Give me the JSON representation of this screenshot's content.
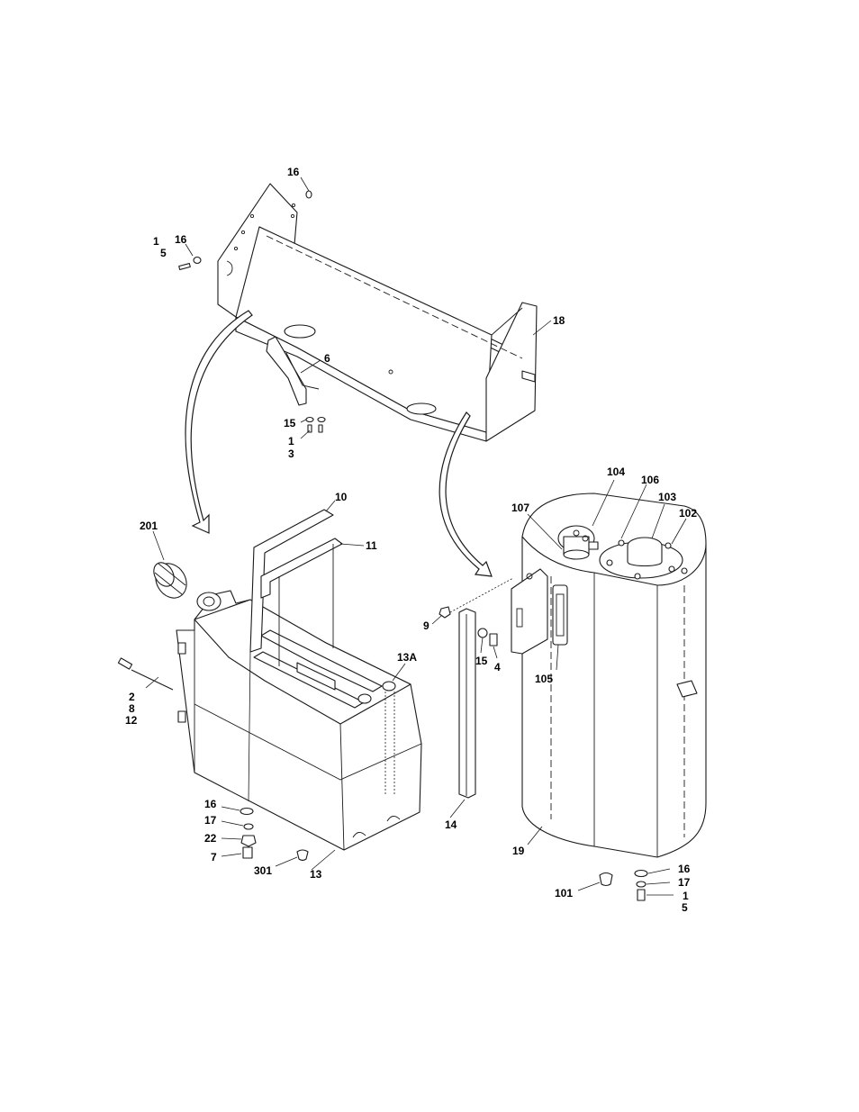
{
  "callouts": [
    {
      "id": "c16a",
      "lines": [
        "16"
      ]
    },
    {
      "id": "c1-5-top",
      "lines": [
        "1",
        "5"
      ]
    },
    {
      "id": "c16b",
      "lines": [
        "16"
      ]
    },
    {
      "id": "c18",
      "lines": [
        "18"
      ]
    },
    {
      "id": "c6",
      "lines": [
        "6"
      ]
    },
    {
      "id": "c15a",
      "lines": [
        "15"
      ]
    },
    {
      "id": "c1-3",
      "lines": [
        "1",
        "3"
      ]
    },
    {
      "id": "c10",
      "lines": [
        "10"
      ]
    },
    {
      "id": "c11",
      "lines": [
        "11"
      ]
    },
    {
      "id": "c201",
      "lines": [
        "201"
      ]
    },
    {
      "id": "c13a",
      "lines": [
        "13A"
      ]
    },
    {
      "id": "c2-8-12",
      "lines": [
        "2",
        "8",
        "12"
      ]
    },
    {
      "id": "c16c",
      "lines": [
        "16"
      ]
    },
    {
      "id": "c17a",
      "lines": [
        "17"
      ]
    },
    {
      "id": "c22",
      "lines": [
        "22"
      ]
    },
    {
      "id": "c7",
      "lines": [
        "7"
      ]
    },
    {
      "id": "c301",
      "lines": [
        "301"
      ]
    },
    {
      "id": "c13",
      "lines": [
        "13"
      ]
    },
    {
      "id": "c9",
      "lines": [
        "9"
      ]
    },
    {
      "id": "c15b",
      "lines": [
        "15"
      ]
    },
    {
      "id": "c4",
      "lines": [
        "4"
      ]
    },
    {
      "id": "c14",
      "lines": [
        "14"
      ]
    },
    {
      "id": "c104",
      "lines": [
        "104"
      ]
    },
    {
      "id": "c106",
      "lines": [
        "106"
      ]
    },
    {
      "id": "c103",
      "lines": [
        "103"
      ]
    },
    {
      "id": "c107",
      "lines": [
        "107"
      ]
    },
    {
      "id": "c102",
      "lines": [
        "102"
      ]
    },
    {
      "id": "c105",
      "lines": [
        "105"
      ]
    },
    {
      "id": "c19",
      "lines": [
        "19"
      ]
    },
    {
      "id": "c101",
      "lines": [
        "101"
      ]
    },
    {
      "id": "c16d",
      "lines": [
        "16"
      ]
    },
    {
      "id": "c17b",
      "lines": [
        "17"
      ]
    },
    {
      "id": "c1-5-bot",
      "lines": [
        "1",
        "5"
      ]
    }
  ]
}
